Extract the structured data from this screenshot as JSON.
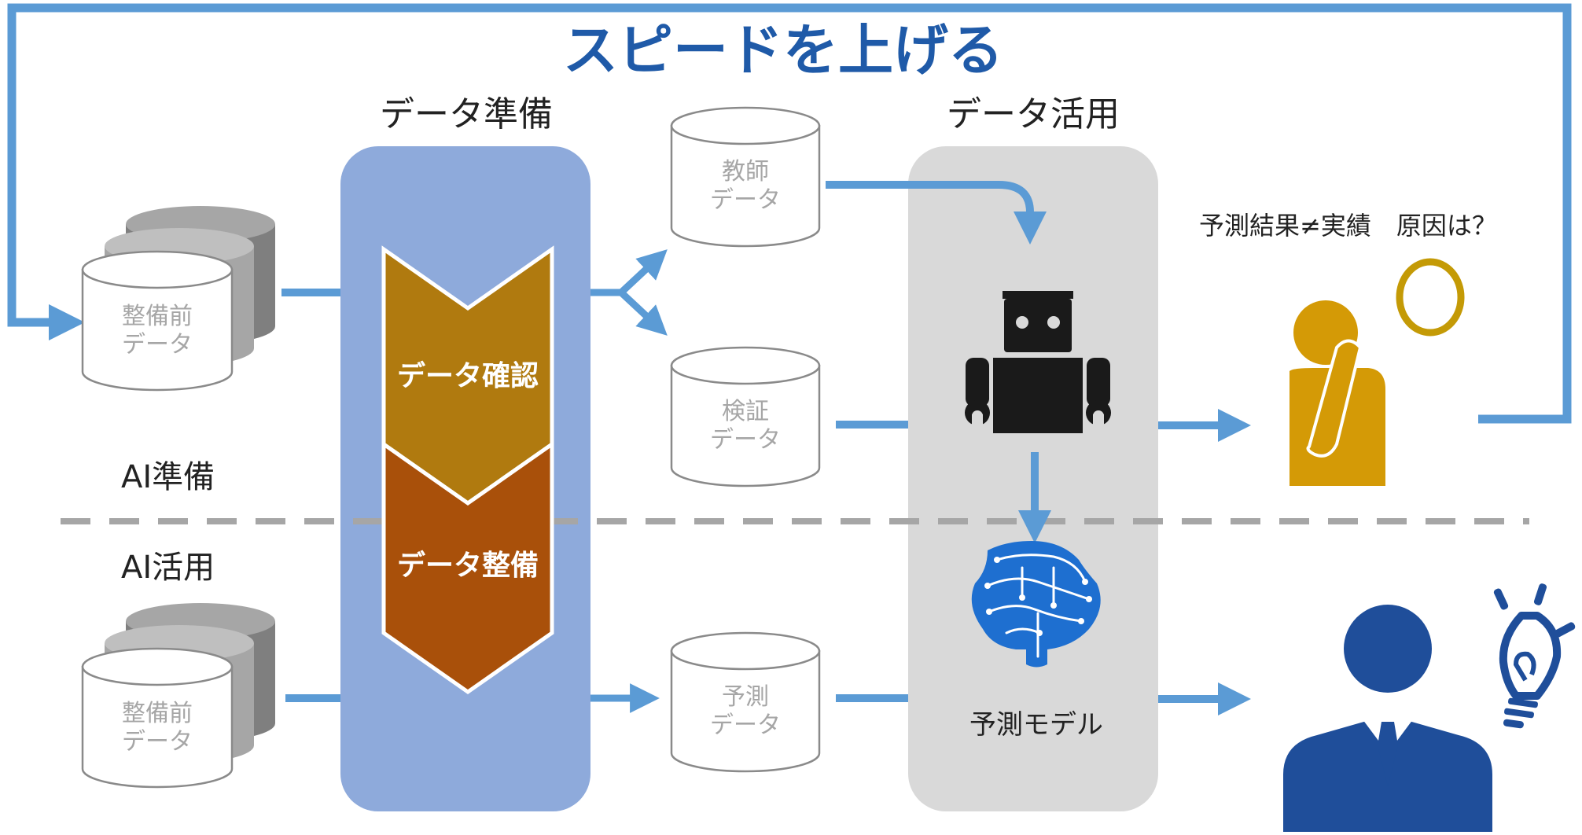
{
  "title": "スピードを上げる",
  "headers": {
    "prep": "データ準備",
    "use": "データ活用"
  },
  "sections": {
    "ai_prep": "AI準備",
    "ai_use": "AI活用"
  },
  "chevrons": {
    "check": "データ確認",
    "maintain": "データ整備"
  },
  "cylinders": {
    "raw_top": [
      "整備前",
      "データ"
    ],
    "raw_bottom": [
      "整備前",
      "データ"
    ],
    "teacher": [
      "教師",
      "データ"
    ],
    "validation": [
      "検証",
      "データ"
    ],
    "prediction": [
      "予測",
      "データ"
    ]
  },
  "model_label": "予測モデル",
  "question": "予測結果≠実績　原因は？",
  "colors": {
    "title_blue": "#1f5aa8",
    "arrow_blue": "#5b9bd5",
    "panel_blue": "#8eaadb",
    "panel_gray": "#d9d9d9",
    "chevron_check": "#b07a0f",
    "chevron_maintain": "#a9500a",
    "person_gold": "#d49a06",
    "person_navy": "#1f4e9a",
    "robot": "#1a1a1a",
    "brain": "#1e6fd0"
  }
}
